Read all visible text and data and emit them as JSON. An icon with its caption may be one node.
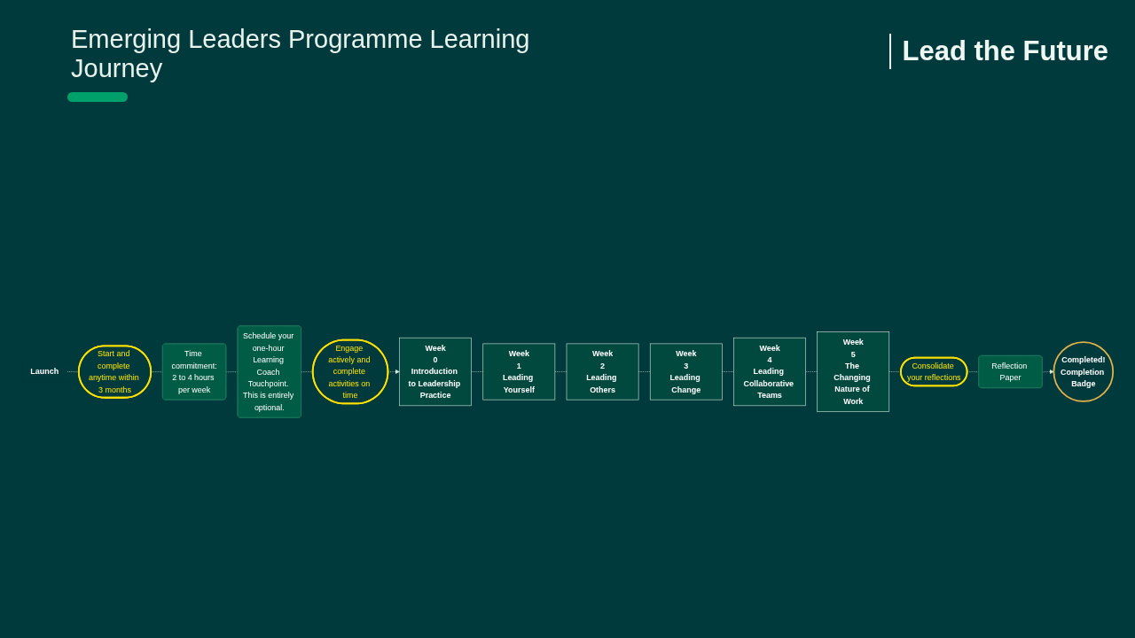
{
  "diagram": {
    "title": "Emerging Leaders Programme Learning Journey",
    "nodes": [
      {
        "text": [
          "Launch"
        ]
      },
      {
        "text": [
          "Start and complete anytime within 3 months"
        ]
      },
      {
        "text": [
          "Time commitment:",
          "2 to 4 hours per week"
        ]
      },
      {
        "text": [
          "Schedule your one-hour Learning Coach Touchpoint. This is entirely optional."
        ]
      },
      {
        "text": [
          "Engage actively and complete activities on time"
        ]
      },
      {
        "text": [
          "Week",
          "0",
          "Introduction to Leadership Practice"
        ]
      },
      {
        "text": [
          "Week",
          "1",
          "Leading Yourself"
        ]
      },
      {
        "text": [
          "Week",
          "2",
          "Leading Others"
        ]
      },
      {
        "text": [
          "Week",
          "3",
          "Leading Change"
        ]
      },
      {
        "text": [
          "Week",
          "4",
          "Leading Collaborative Teams"
        ]
      },
      {
        "text": [
          "Week",
          "5",
          "The Changing Nature of Work"
        ]
      },
      {
        "text": [
          "Consolidate your reflections"
        ]
      },
      {
        "text": [
          "Reflection Paper"
        ]
      },
      {
        "text": [
          "Completed!",
          "Completion Badge"
        ]
      }
    ],
    "edges": [
      {
        "from": 0,
        "to": 1,
        "arrow": "none",
        "style": "dashed"
      },
      {
        "from": 1,
        "to": 2,
        "arrow": "none",
        "style": "dashed"
      },
      {
        "from": 2,
        "to": 3,
        "arrow": "none",
        "style": "dashed"
      },
      {
        "from": 3,
        "to": 4,
        "arrow": "none",
        "style": "dashed"
      },
      {
        "from": 4,
        "to": 5,
        "arrow": "to",
        "style": "dashed"
      },
      {
        "from": 5,
        "to": 6,
        "arrow": "none",
        "style": "dashed"
      },
      {
        "from": 6,
        "to": 7,
        "arrow": "none",
        "style": "dashed"
      },
      {
        "from": 7,
        "to": 8,
        "arrow": "none",
        "style": "dashed"
      },
      {
        "from": 8,
        "to": 9,
        "arrow": "none",
        "style": "dashed"
      },
      {
        "from": 9,
        "to": 10,
        "arrow": "none",
        "style": "dashed"
      },
      {
        "from": 10,
        "to": 11,
        "arrow": "none",
        "style": "dashed"
      },
      {
        "from": 11,
        "to": 12,
        "arrow": "none",
        "style": "dashed"
      },
      {
        "from": 12,
        "to": 13,
        "arrow": "to",
        "style": "dashed"
      }
    ],
    "labels": [
      "Lead the Future"
    ]
  }
}
